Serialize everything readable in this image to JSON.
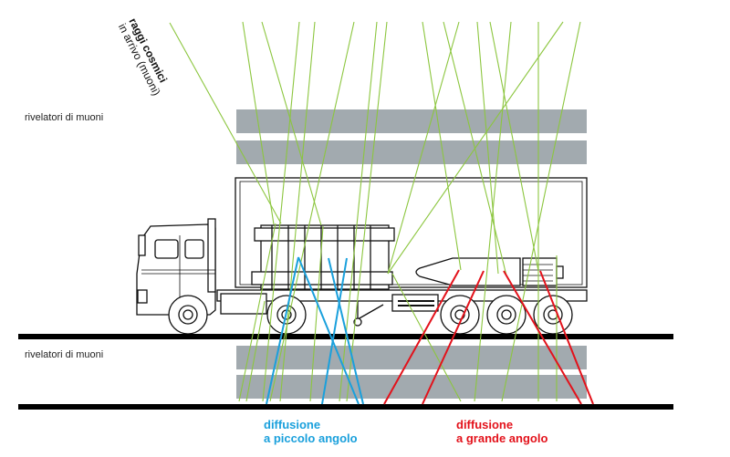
{
  "title_label": {
    "line1": "raggi cosmici",
    "line2": "in arrivo (muoni)"
  },
  "detector_labels": {
    "top": "rivelatori di muoni",
    "bottom": "rivelatori di muoni"
  },
  "legend": {
    "small_angle": {
      "line1": "diffusione",
      "line2": "a piccolo angolo",
      "color": "#1aa0dc"
    },
    "large_angle": {
      "line1": "diffusione",
      "line2": "a grande angolo",
      "color": "#e3121b"
    }
  },
  "colors": {
    "incoming_ray": "#8cc63f",
    "detector": "#a2aaaf",
    "ground": "#000000",
    "truck_outline": "#111111"
  },
  "objects": {
    "vehicle": "truck with trailer",
    "low_density_cargo": "crates",
    "high_density_cargo": "cylindrical object (warhead-like)"
  }
}
